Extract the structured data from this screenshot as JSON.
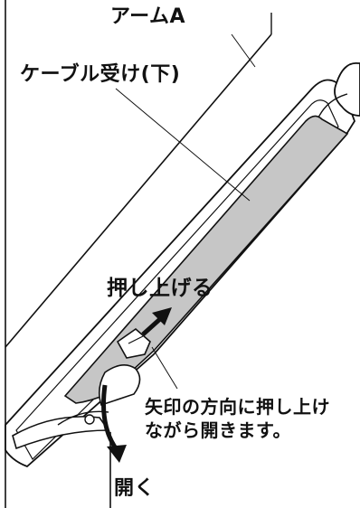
{
  "labels": {
    "arm_a": "アームA",
    "cable_holder_lower": "ケーブル受け(下)",
    "push_up": "押し上げる",
    "instruction_line1": "矢印の方向に押し上け",
    "instruction_line2": "ながら開きます。",
    "open": "開く"
  },
  "colors": {
    "line": "#111111",
    "cable_holder_fill": "#c6c6c6",
    "background": "#ffffff"
  }
}
